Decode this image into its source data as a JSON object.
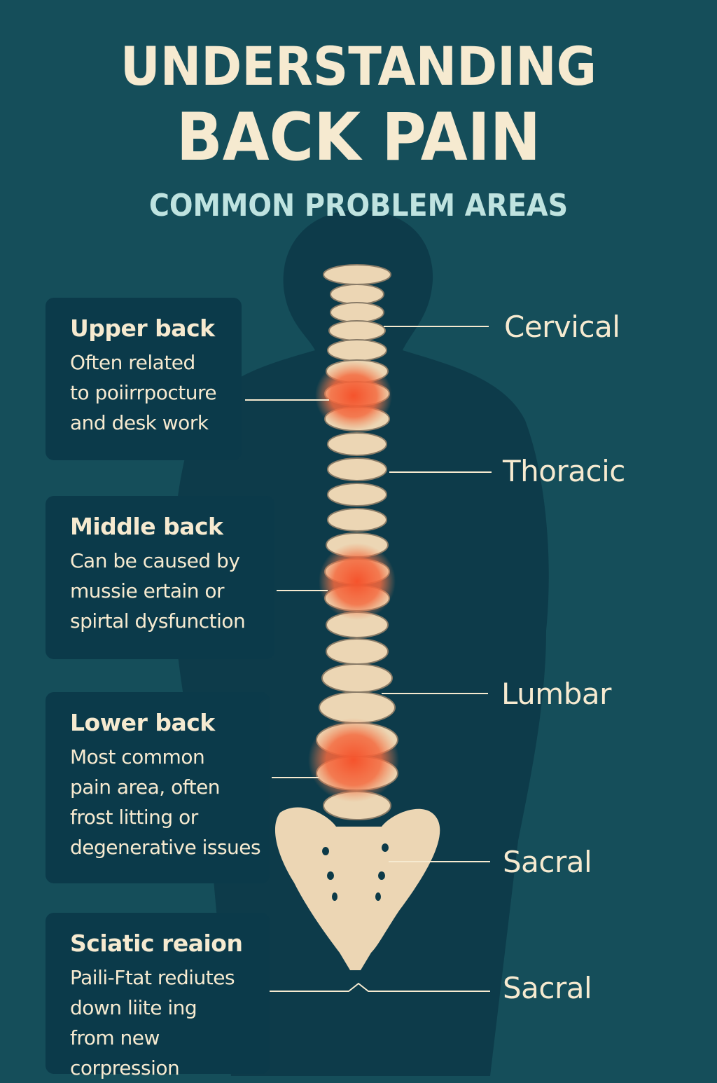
{
  "header": {
    "title_line1": "UNDERSTANDING",
    "title_line2": "BACK PAIN",
    "subtitle": "COMMON PROBLEM AREAS"
  },
  "cards": [
    {
      "title": "Upper back",
      "body": "Often related\nto poiirrpocture\nand desk work"
    },
    {
      "title": "Middle back",
      "body": "Can be caused by\nmussie ertain or\nspirtal dysfunction"
    },
    {
      "title": "Lower back",
      "body": "Most common\npain area, often\nfrost litting or\ndegenerative issues"
    },
    {
      "title": "Sciatic reaion",
      "body": "Paili-Ftat rediutes\ndown liite ing\nfrom new corpression"
    }
  ],
  "spine_labels": [
    {
      "label": "Cervical"
    },
    {
      "label": "Thoracic"
    },
    {
      "label": "Lumbar"
    },
    {
      "label": "Sacral"
    },
    {
      "label": "Sacral"
    }
  ],
  "colors": {
    "background": "#154e5a",
    "card": "#0b3a4a",
    "text": "#f6ead0",
    "subtitle": "#bfe3e0",
    "bone": "#ecd6b4",
    "pain": "#f2603a"
  }
}
